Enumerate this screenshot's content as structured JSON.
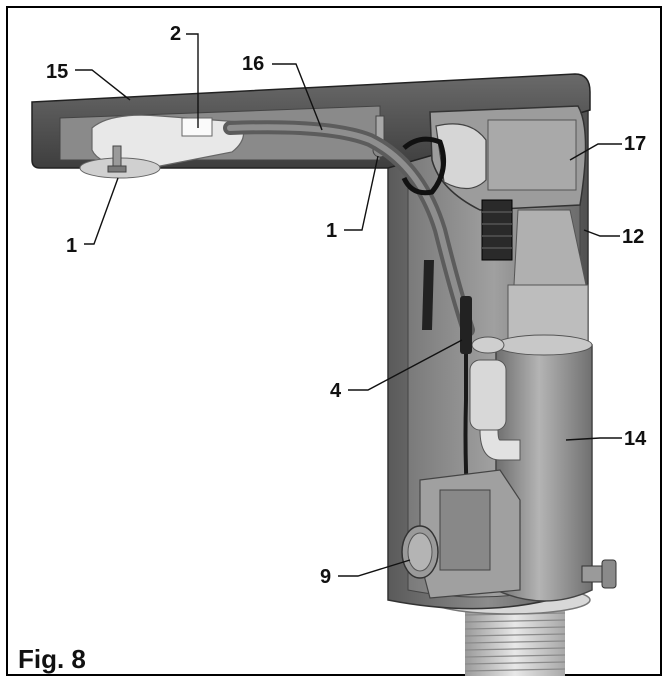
{
  "figure": {
    "caption": "Fig. 8",
    "callouts": [
      {
        "id": "c-15",
        "text": "15"
      },
      {
        "id": "c-2",
        "text": "2"
      },
      {
        "id": "c-16",
        "text": "16"
      },
      {
        "id": "c-17",
        "text": "17"
      },
      {
        "id": "c-1a",
        "text": "1"
      },
      {
        "id": "c-1b",
        "text": "1"
      },
      {
        "id": "c-12",
        "text": "12"
      },
      {
        "id": "c-4",
        "text": "4"
      },
      {
        "id": "c-14",
        "text": "14"
      },
      {
        "id": "c-9",
        "text": "9"
      }
    ]
  }
}
